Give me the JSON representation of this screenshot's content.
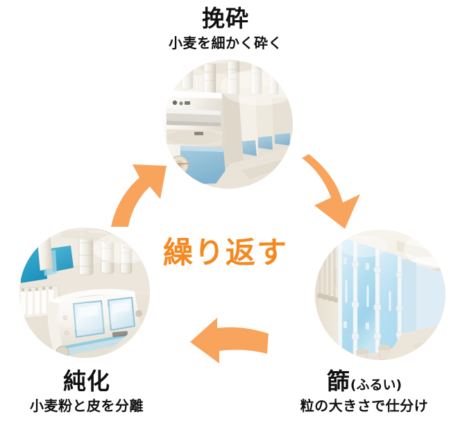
{
  "diagram": {
    "type": "cyclic-process",
    "background_color": "#ffffff",
    "accent_color": "#f5891f",
    "arrow_color": "#f9a45c",
    "center_label": "繰り返す",
    "steps": [
      {
        "id": "milling",
        "position": "top",
        "title": "挽砕",
        "reading": "",
        "subtitle": "小麦を細かく砕く",
        "photo_name": "roller-mill-machines-photo"
      },
      {
        "id": "sifting",
        "position": "bottom-right",
        "title": "篩",
        "reading": "(ふるい)",
        "subtitle": "粒の大きさで仕分け",
        "photo_name": "plansifter-cabinets-photo"
      },
      {
        "id": "purifying",
        "position": "bottom-left",
        "title": "純化",
        "reading": "",
        "subtitle": "小麦粉と皮を分離",
        "photo_name": "purifier-machine-photo"
      }
    ],
    "arrows": [
      {
        "id": "top-to-right",
        "name": "arrow-milling-to-sifting",
        "direction": "down-right"
      },
      {
        "id": "right-to-left",
        "name": "arrow-sifting-to-purifying",
        "direction": "left"
      },
      {
        "id": "left-to-top",
        "name": "arrow-purifying-to-milling",
        "direction": "up-right"
      }
    ]
  }
}
